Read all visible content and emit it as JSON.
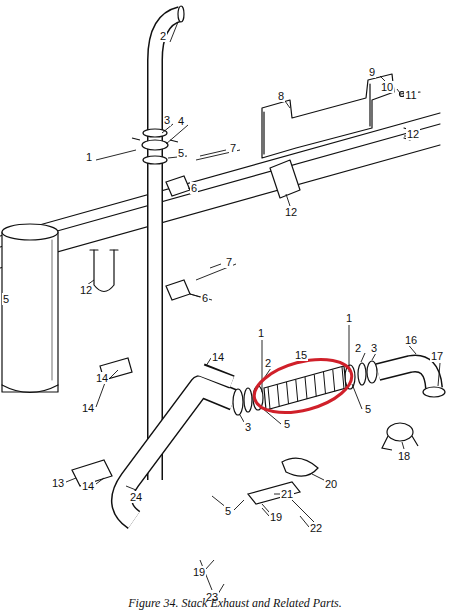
{
  "diagram": {
    "caption": "Figure 34. Stack Exhaust and Related Parts.",
    "labels": [
      "2",
      "9",
      "10",
      "11",
      "8",
      "3",
      "4",
      "12",
      "7",
      "5",
      "1",
      "6",
      "12",
      "7",
      "12",
      "6",
      "5",
      "1",
      "1",
      "16",
      "2",
      "3",
      "15",
      "14",
      "17",
      "2",
      "14",
      "14",
      "5",
      "5",
      "3",
      "18",
      "13",
      "14",
      "20",
      "21",
      "24",
      "5",
      "19",
      "22",
      "19",
      "23"
    ]
  }
}
